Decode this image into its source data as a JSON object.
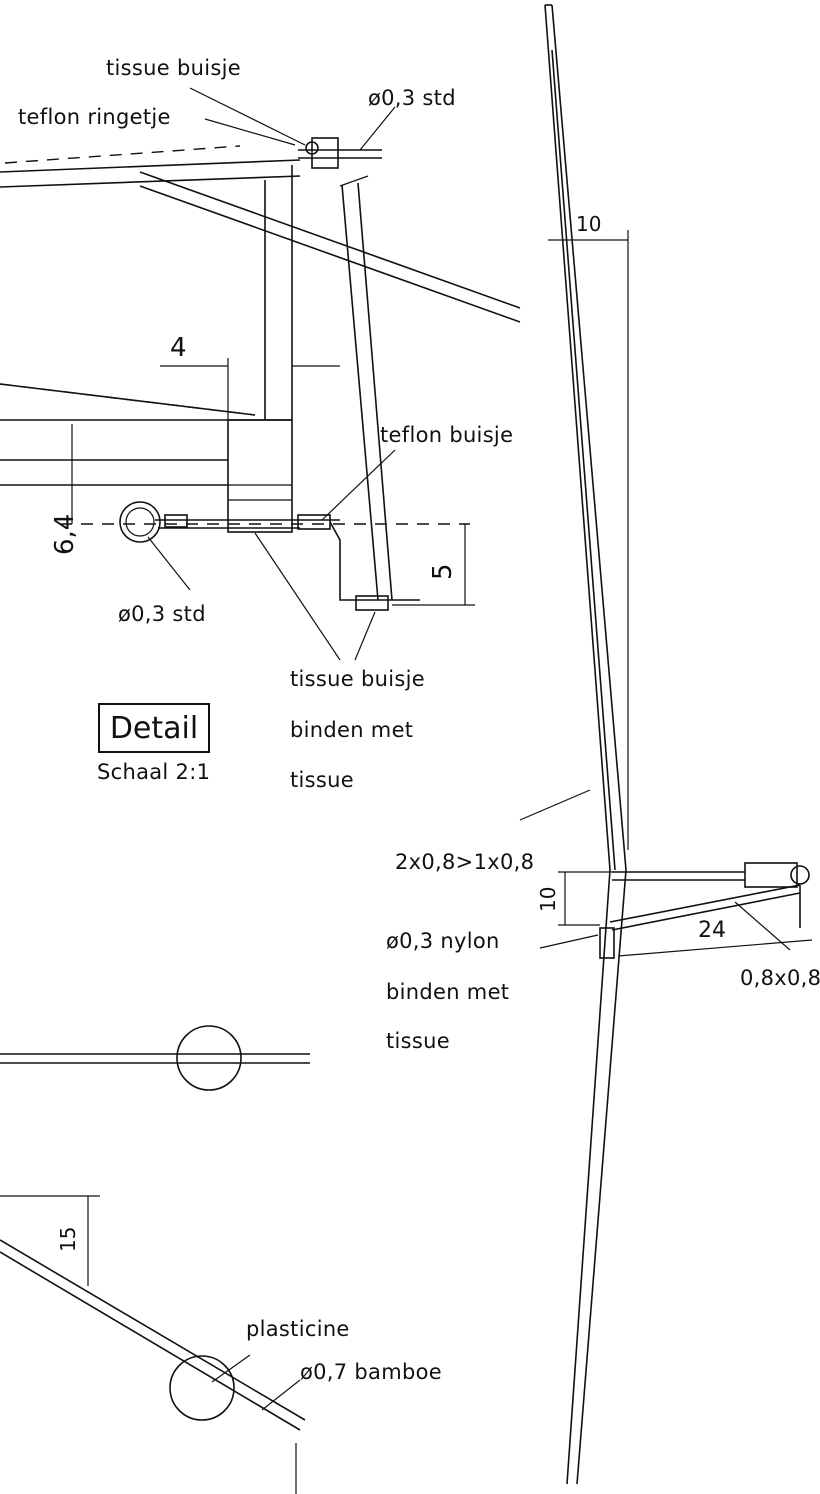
{
  "labels": {
    "tissue_buisje_top": "tissue buisje",
    "teflon_ringetje": "teflon ringetje",
    "std_top": "ø0,3 std",
    "teflon_buisje": "teflon buisje",
    "std_bottom": "ø0,3 std",
    "tissue_buisje_mid": "tissue buisje",
    "binden_met": "binden met",
    "tissue": "tissue",
    "strip_size": "2x0,8>1x0,8",
    "nylon": "ø0,3 nylon",
    "binden_met_2": "binden met",
    "tissue_2": "tissue",
    "plasticine": "plasticine",
    "bamboe": "ø0,7 bamboe",
    "size_08": "0,8x0,8"
  },
  "detail": {
    "title": "Detail",
    "scale": "Schaal 2:1"
  },
  "dimensions": {
    "d4": "4",
    "d6_4": "6,4",
    "d5": "5",
    "d10_top": "10",
    "d10_mid": "10",
    "d24": "24",
    "d15": "15"
  }
}
